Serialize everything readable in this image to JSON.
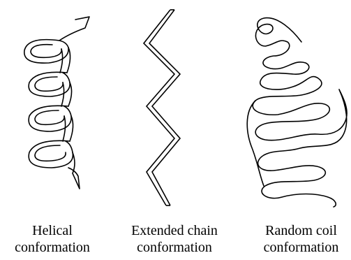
{
  "captions": {
    "helical": {
      "line1": "Helical",
      "line2": "conformation"
    },
    "extended": {
      "line1": "Extended chain",
      "line2": "conformation"
    },
    "random": {
      "line1": "Random coil",
      "line2": "conformation"
    }
  },
  "colors": {
    "stroke": "#000000",
    "background": "#ffffff"
  }
}
